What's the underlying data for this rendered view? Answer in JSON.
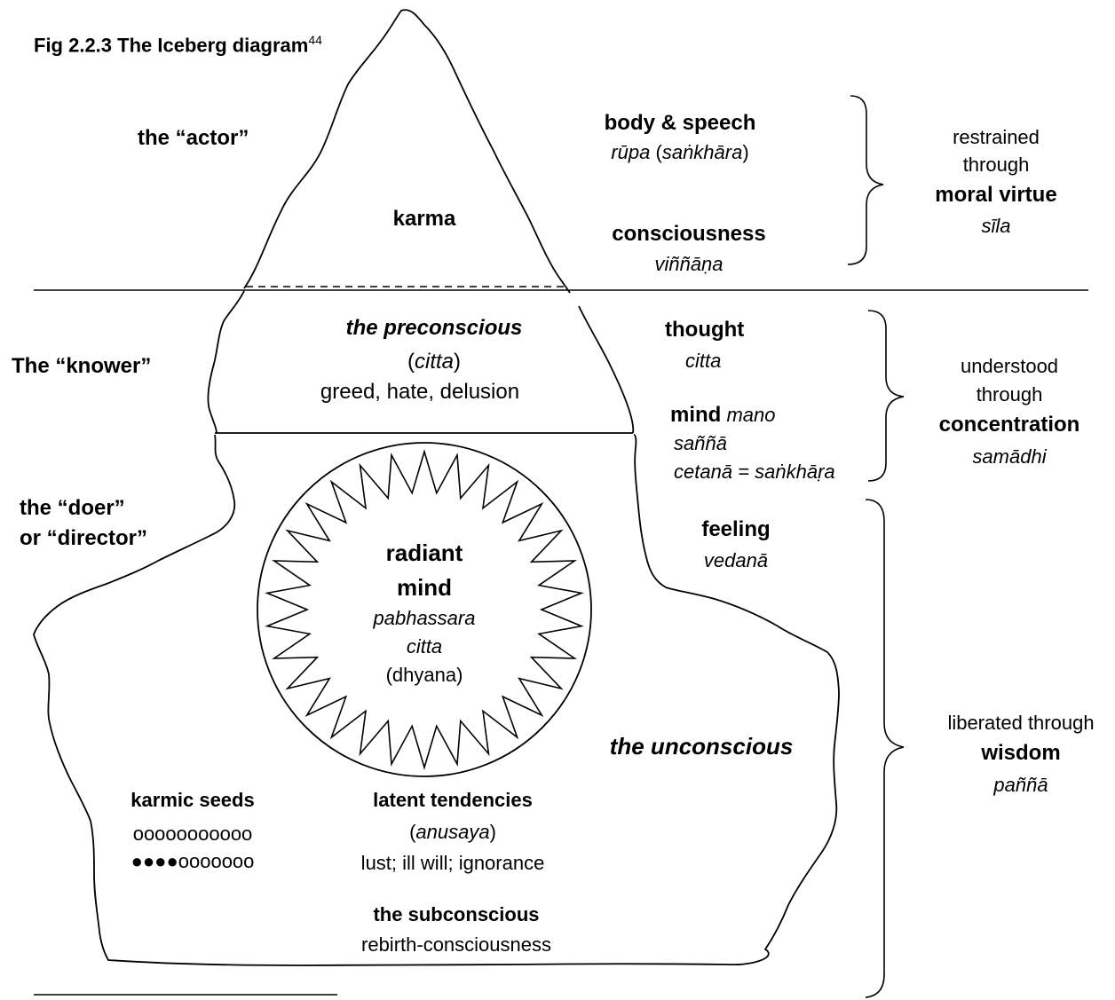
{
  "figure": {
    "title": "Fig 2.2.3 The Iceberg diagram",
    "footnote_ref": "44"
  },
  "left_labels": {
    "actor": "the “actor”",
    "knower": "The “knower”",
    "doer_line1": "the “doer”",
    "doer_line2": "or “director”"
  },
  "iceberg": {
    "karma": "karma",
    "preconscious_title": "the preconscious",
    "preconscious_pali_open": "(",
    "preconscious_pali": "citta",
    "preconscious_pali_close": ")",
    "preconscious_roots": "greed, hate, delusion",
    "radiant_line1": "radiant",
    "radiant_line2": "mind",
    "radiant_pali1": "pabhassara",
    "radiant_pali2": "citta",
    "radiant_note": "(dhyana)",
    "unconscious": "the unconscious",
    "karmic_seeds": "karmic seeds",
    "seeds_row1": "ooooooooooo",
    "seeds_row2_filled": "●●●●",
    "seeds_row2_empty": "ooooooo",
    "latent_title": "latent tendencies",
    "latent_pali_open": "(",
    "latent_pali": "anusaya",
    "latent_pali_close": ")",
    "latent_list": "lust; ill will; ignorance",
    "subconscious_title": "the subconscious",
    "subconscious_sub": "rebirth-consciousness"
  },
  "aggregates": {
    "body_speech": "body & speech",
    "rupa": "rūpa",
    "sankhara_open": " (",
    "sankhara": "saṅkhāra",
    "sankhara_close": ")",
    "consciousness": "consciousness",
    "vinnana": "viññāṇa",
    "thought": "thought",
    "citta": "citta",
    "mind": "mind",
    "mano": "mano",
    "sanna": "saññā",
    "cetana": "cetanā = saṅkhāṛa",
    "feeling": "feeling",
    "vedana": "vedanā"
  },
  "training": {
    "sila_line1": "restrained",
    "sila_line2": "through",
    "sila_title": "moral virtue",
    "sila_pali": "sīla",
    "samadhi_line1": "understood",
    "samadhi_line2": "through",
    "samadhi_title": "concentration",
    "samadhi_pali": "samādhi",
    "panna_line1": "liberated through",
    "panna_title": "wisdom",
    "panna_pali": "paññā"
  },
  "colors": {
    "ink": "#000000",
    "background": "#ffffff"
  }
}
